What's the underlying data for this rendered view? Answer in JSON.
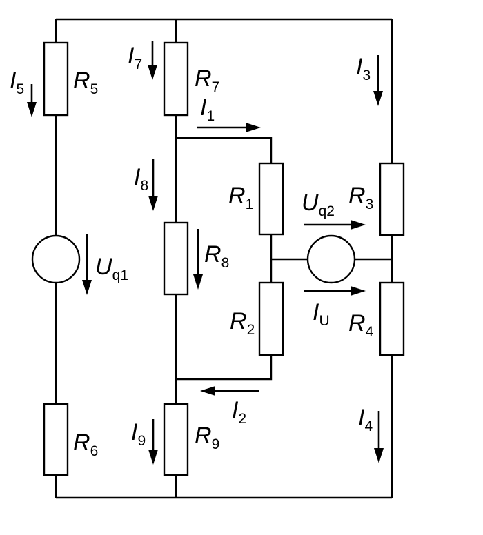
{
  "resistors": [
    {
      "name": "R",
      "sub": "1"
    },
    {
      "name": "R",
      "sub": "2"
    },
    {
      "name": "R",
      "sub": "3"
    },
    {
      "name": "R",
      "sub": "4"
    },
    {
      "name": "R",
      "sub": "5"
    },
    {
      "name": "R",
      "sub": "6"
    },
    {
      "name": "R",
      "sub": "7"
    },
    {
      "name": "R",
      "sub": "8"
    },
    {
      "name": "R",
      "sub": "9"
    }
  ],
  "currents": [
    {
      "name": "I",
      "sub": "1"
    },
    {
      "name": "I",
      "sub": "2"
    },
    {
      "name": "I",
      "sub": "3"
    },
    {
      "name": "I",
      "sub": "4"
    },
    {
      "name": "I",
      "sub": "5"
    },
    {
      "name": "I",
      "sub": "7"
    },
    {
      "name": "I",
      "sub": "8"
    },
    {
      "name": "I",
      "sub": "9"
    },
    {
      "name": "I",
      "sub": "U"
    }
  ],
  "sources": [
    {
      "name": "U",
      "sub": "q1"
    },
    {
      "name": "U",
      "sub": "q2"
    }
  ]
}
